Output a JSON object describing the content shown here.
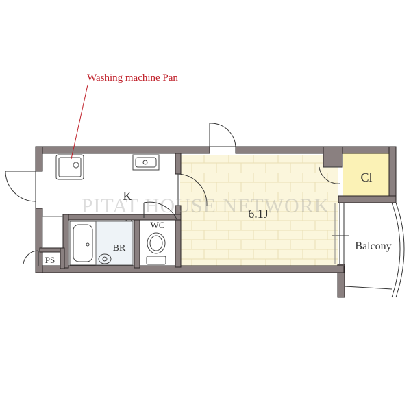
{
  "annotation": {
    "washing_machine_label": "Washing machine Pan",
    "color": "#c0202a"
  },
  "rooms": {
    "kitchen": "K",
    "main_room": "6.1J",
    "closet": "Cl",
    "bathroom": "BR",
    "toilet": "WC",
    "pipe_space": "PS",
    "balcony": "Balcony"
  },
  "watermark": "PITAT HOUSE NETWORK",
  "colors": {
    "wall": "#8a8080",
    "wall_outline": "#2a2424",
    "floor_wood": "#fbf6dc",
    "closet_fill": "#fbf2b6",
    "room_label": "#333333"
  }
}
